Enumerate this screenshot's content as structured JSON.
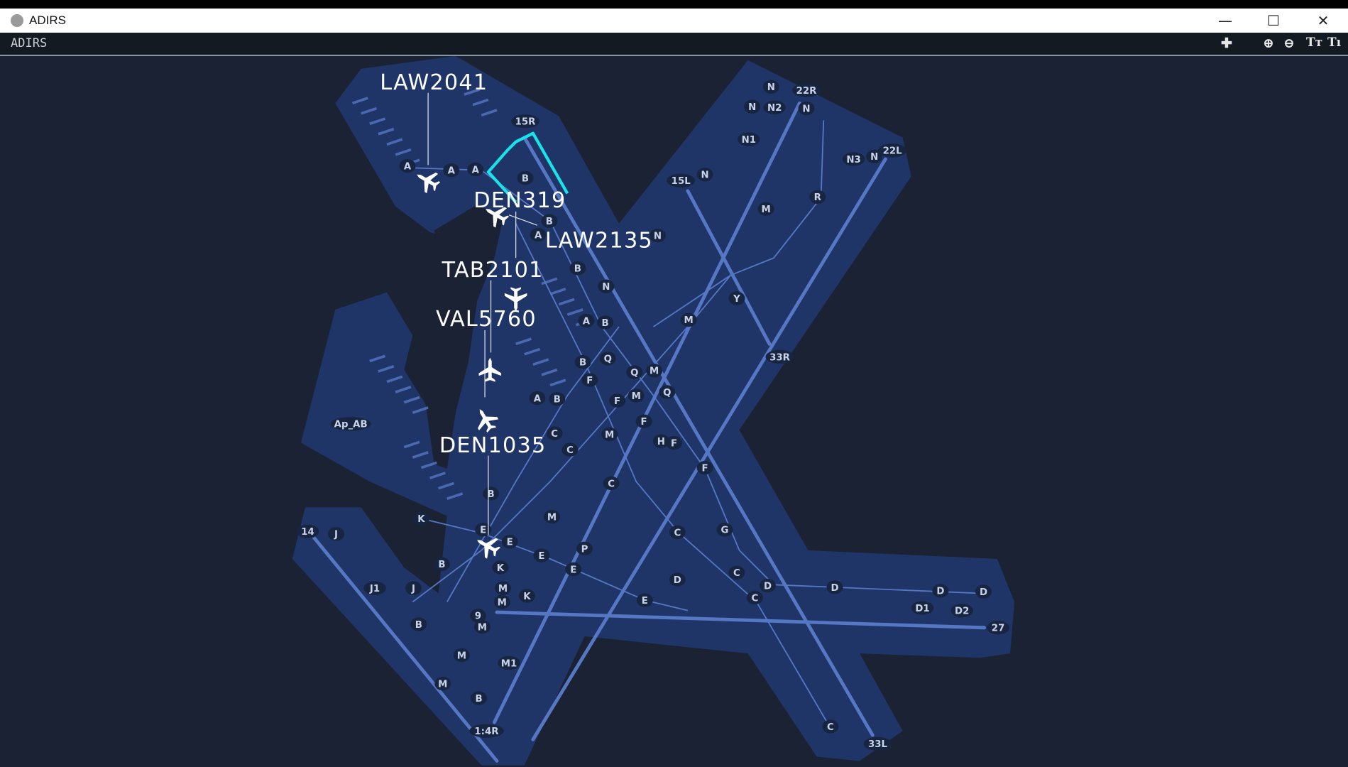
{
  "window": {
    "title": "ADIRS",
    "minimize": "—",
    "maximize": "☐",
    "close": "✕"
  },
  "toolbar": {
    "title": "ADIRS",
    "buttons": [
      {
        "name": "pan",
        "icon": "move-icon",
        "glyph": "✚"
      },
      {
        "name": "zoom-in",
        "icon": "zoom-in-icon",
        "glyph": "⊕"
      },
      {
        "name": "zoom-out",
        "icon": "zoom-out-icon",
        "glyph": "⊖"
      },
      {
        "name": "text-larger",
        "icon": "text-larger-icon",
        "glyph": "Tт"
      },
      {
        "name": "text-smaller",
        "icon": "text-smaller-icon",
        "glyph": "Tı"
      }
    ]
  },
  "colors": {
    "background": "#1a2233",
    "pavement": "#1f3568",
    "runway": "#5677c4",
    "route": "#19e3e8",
    "aircraft": "#ffffff"
  },
  "aircraft": [
    {
      "callsign": "LAW2041"
    },
    {
      "callsign": "DEN319"
    },
    {
      "callsign": "LAW2135"
    },
    {
      "callsign": "TAB2101"
    },
    {
      "callsign": "VAL5760"
    },
    {
      "callsign": "DEN1035"
    }
  ],
  "taxi_labels": [
    "N",
    "22R",
    "N",
    "N2",
    "N",
    "N1",
    "N3",
    "N",
    "22L",
    "15L",
    "N",
    "M",
    "R",
    "N",
    "15R",
    "B",
    "B",
    "A",
    "A",
    "A",
    "A",
    "B",
    "N",
    "A",
    "B",
    "Y",
    "M",
    "33R",
    "B",
    "Q",
    "Q",
    "M",
    "F",
    "A",
    "B",
    "F",
    "M",
    "Q",
    "F",
    "C",
    "C",
    "M",
    "H",
    "F",
    "F",
    "C",
    "Ap_AB",
    "B",
    "M",
    "K",
    "E",
    "C",
    "G",
    "14",
    "J",
    "E",
    "P",
    "E",
    "E",
    "C",
    "K",
    "B",
    "D",
    "D",
    "C",
    "D",
    "D",
    "D",
    "J1",
    "J",
    "M",
    "K",
    "E",
    "D1",
    "D2",
    "27",
    "9",
    "M",
    "B",
    "M",
    "M",
    "M1",
    "M",
    "B",
    "C",
    "33L",
    "1:4R"
  ]
}
